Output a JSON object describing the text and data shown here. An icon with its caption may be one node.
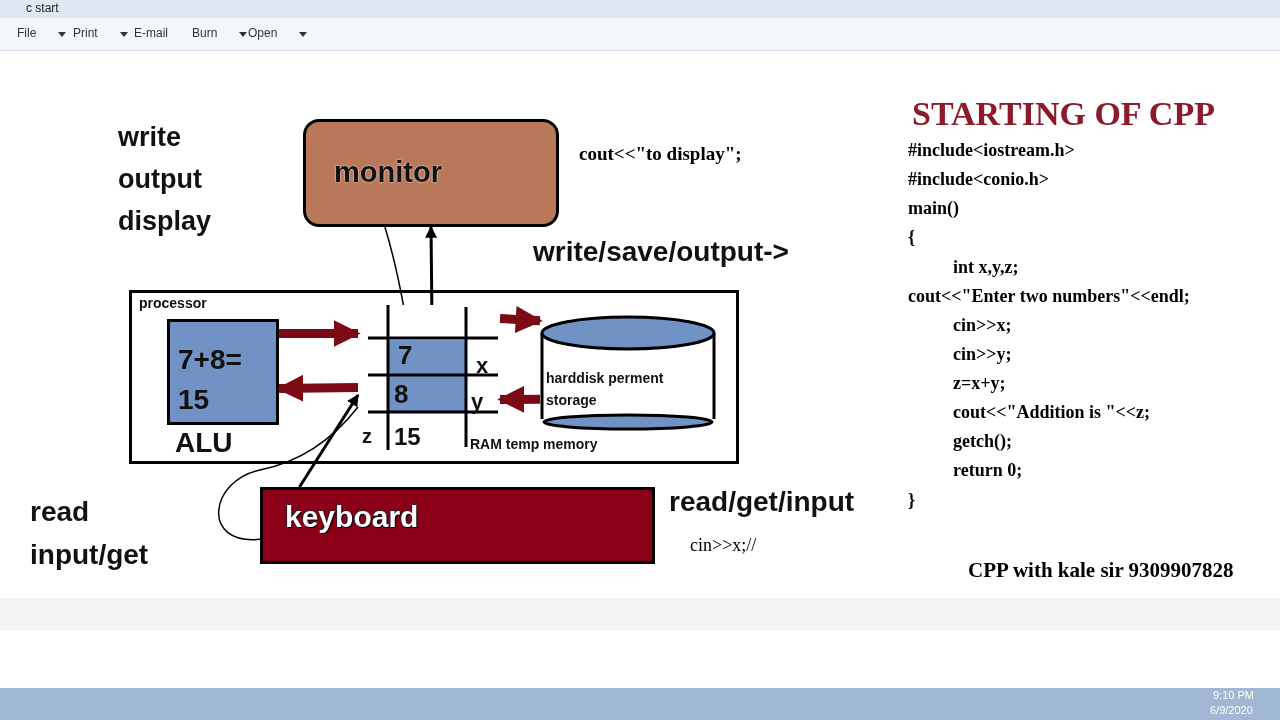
{
  "diagram": {
    "title": "STARTING OF CPP",
    "nodes": [
      {
        "text": [
          "monitor"
        ]
      },
      {
        "text": [
          "processor"
        ]
      },
      {
        "text": [
          "7+8= 15",
          "ALU"
        ],
        "in": 1
      },
      {
        "text": [
          "7",
          "x",
          "8",
          "y",
          "z",
          "15"
        ],
        "beside": [
          "RAM temp memory"
        ],
        "in": 1
      },
      {
        "text": [
          "harddisk perment storage"
        ],
        "in": 1
      },
      {
        "text": [
          "keyboard"
        ]
      }
    ],
    "edges": [
      {
        "from": 2,
        "to": 3,
        "arrow": "to",
        "style": "thick",
        "color": "#7b0a14"
      },
      {
        "from": 3,
        "to": 2,
        "arrow": "to",
        "style": "thick",
        "color": "#7b0a14"
      },
      {
        "from": 3,
        "to": 4,
        "arrow": "to",
        "style": "thick",
        "color": "#7b0a14"
      },
      {
        "from": 4,
        "to": 3,
        "arrow": "to",
        "style": "thick",
        "color": "#7b0a14"
      },
      {
        "from": 3,
        "to": 0,
        "arrow": "to",
        "color": "#000000"
      },
      {
        "from": 0,
        "to": 3,
        "arrow": "none",
        "color": "#000000"
      },
      {
        "from": 5,
        "to": 3,
        "arrow": "to",
        "color": "#000000"
      },
      {
        "from": 5,
        "to": 3,
        "arrow": "none",
        "color": "#000000"
      }
    ],
    "labels": [
      "c start",
      "File",
      "Print",
      "E-mail",
      "Burn",
      "Open",
      "write output display",
      "cout<<\"to display\";",
      "write/save/output->",
      "read input/get",
      "read/get/input",
      "cin>>x;//",
      "#include<iostream.h>",
      "#include<conio.h>",
      "main()",
      "{",
      "int x,y,z;",
      "cout<<\"Enter two numbers\"<<endl;",
      "cin>>x;",
      "cin>>y;",
      "z=x+y;",
      "cout<<\"Addition is \"<<z;",
      "getch();",
      "return 0;",
      "}",
      "CPP with kale sir 9309907828",
      "9:10 PM",
      "6/9/2020"
    ]
  }
}
